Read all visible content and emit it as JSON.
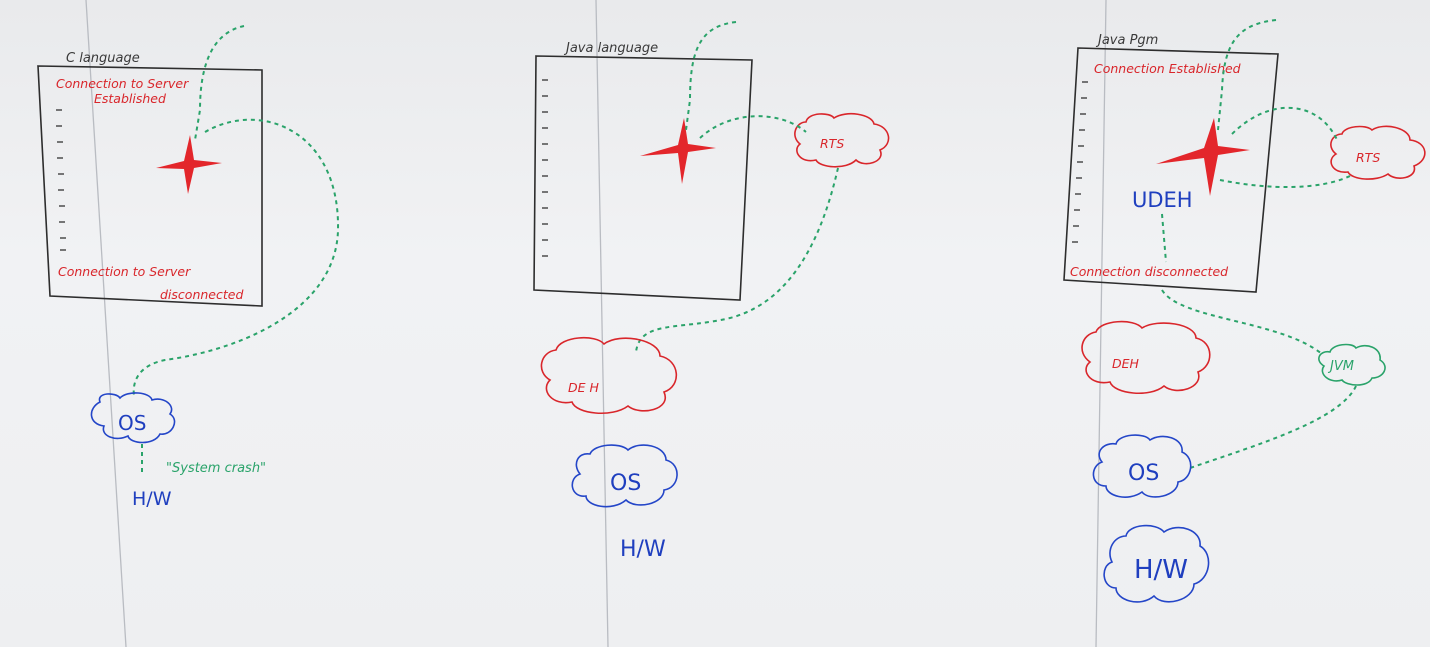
{
  "panels": [
    {
      "title": "C language",
      "top_text_line1": "Connection to Server",
      "top_text_line2": "Established",
      "bottom_text_line1": "Connection to Server",
      "bottom_text_line2": "disconnected",
      "os": "OS",
      "hw": "H/W",
      "note": "\"System crash\""
    },
    {
      "title": "Java language",
      "rts": "RTS",
      "deh": "DE H",
      "os": "OS",
      "hw": "H/W"
    },
    {
      "title": "Java Pgm",
      "top_text": "Connection Established",
      "udeh": "UDEH",
      "bottom_text": "Connection disconnected",
      "rts": "RTS",
      "deh": "DEH",
      "jvm": "JVM",
      "os": "OS",
      "hw": "H/W"
    }
  ],
  "colors": {
    "red": "#d9262b",
    "blue": "#2446c8",
    "green": "#2aa36a",
    "black": "#2d2d2d"
  }
}
